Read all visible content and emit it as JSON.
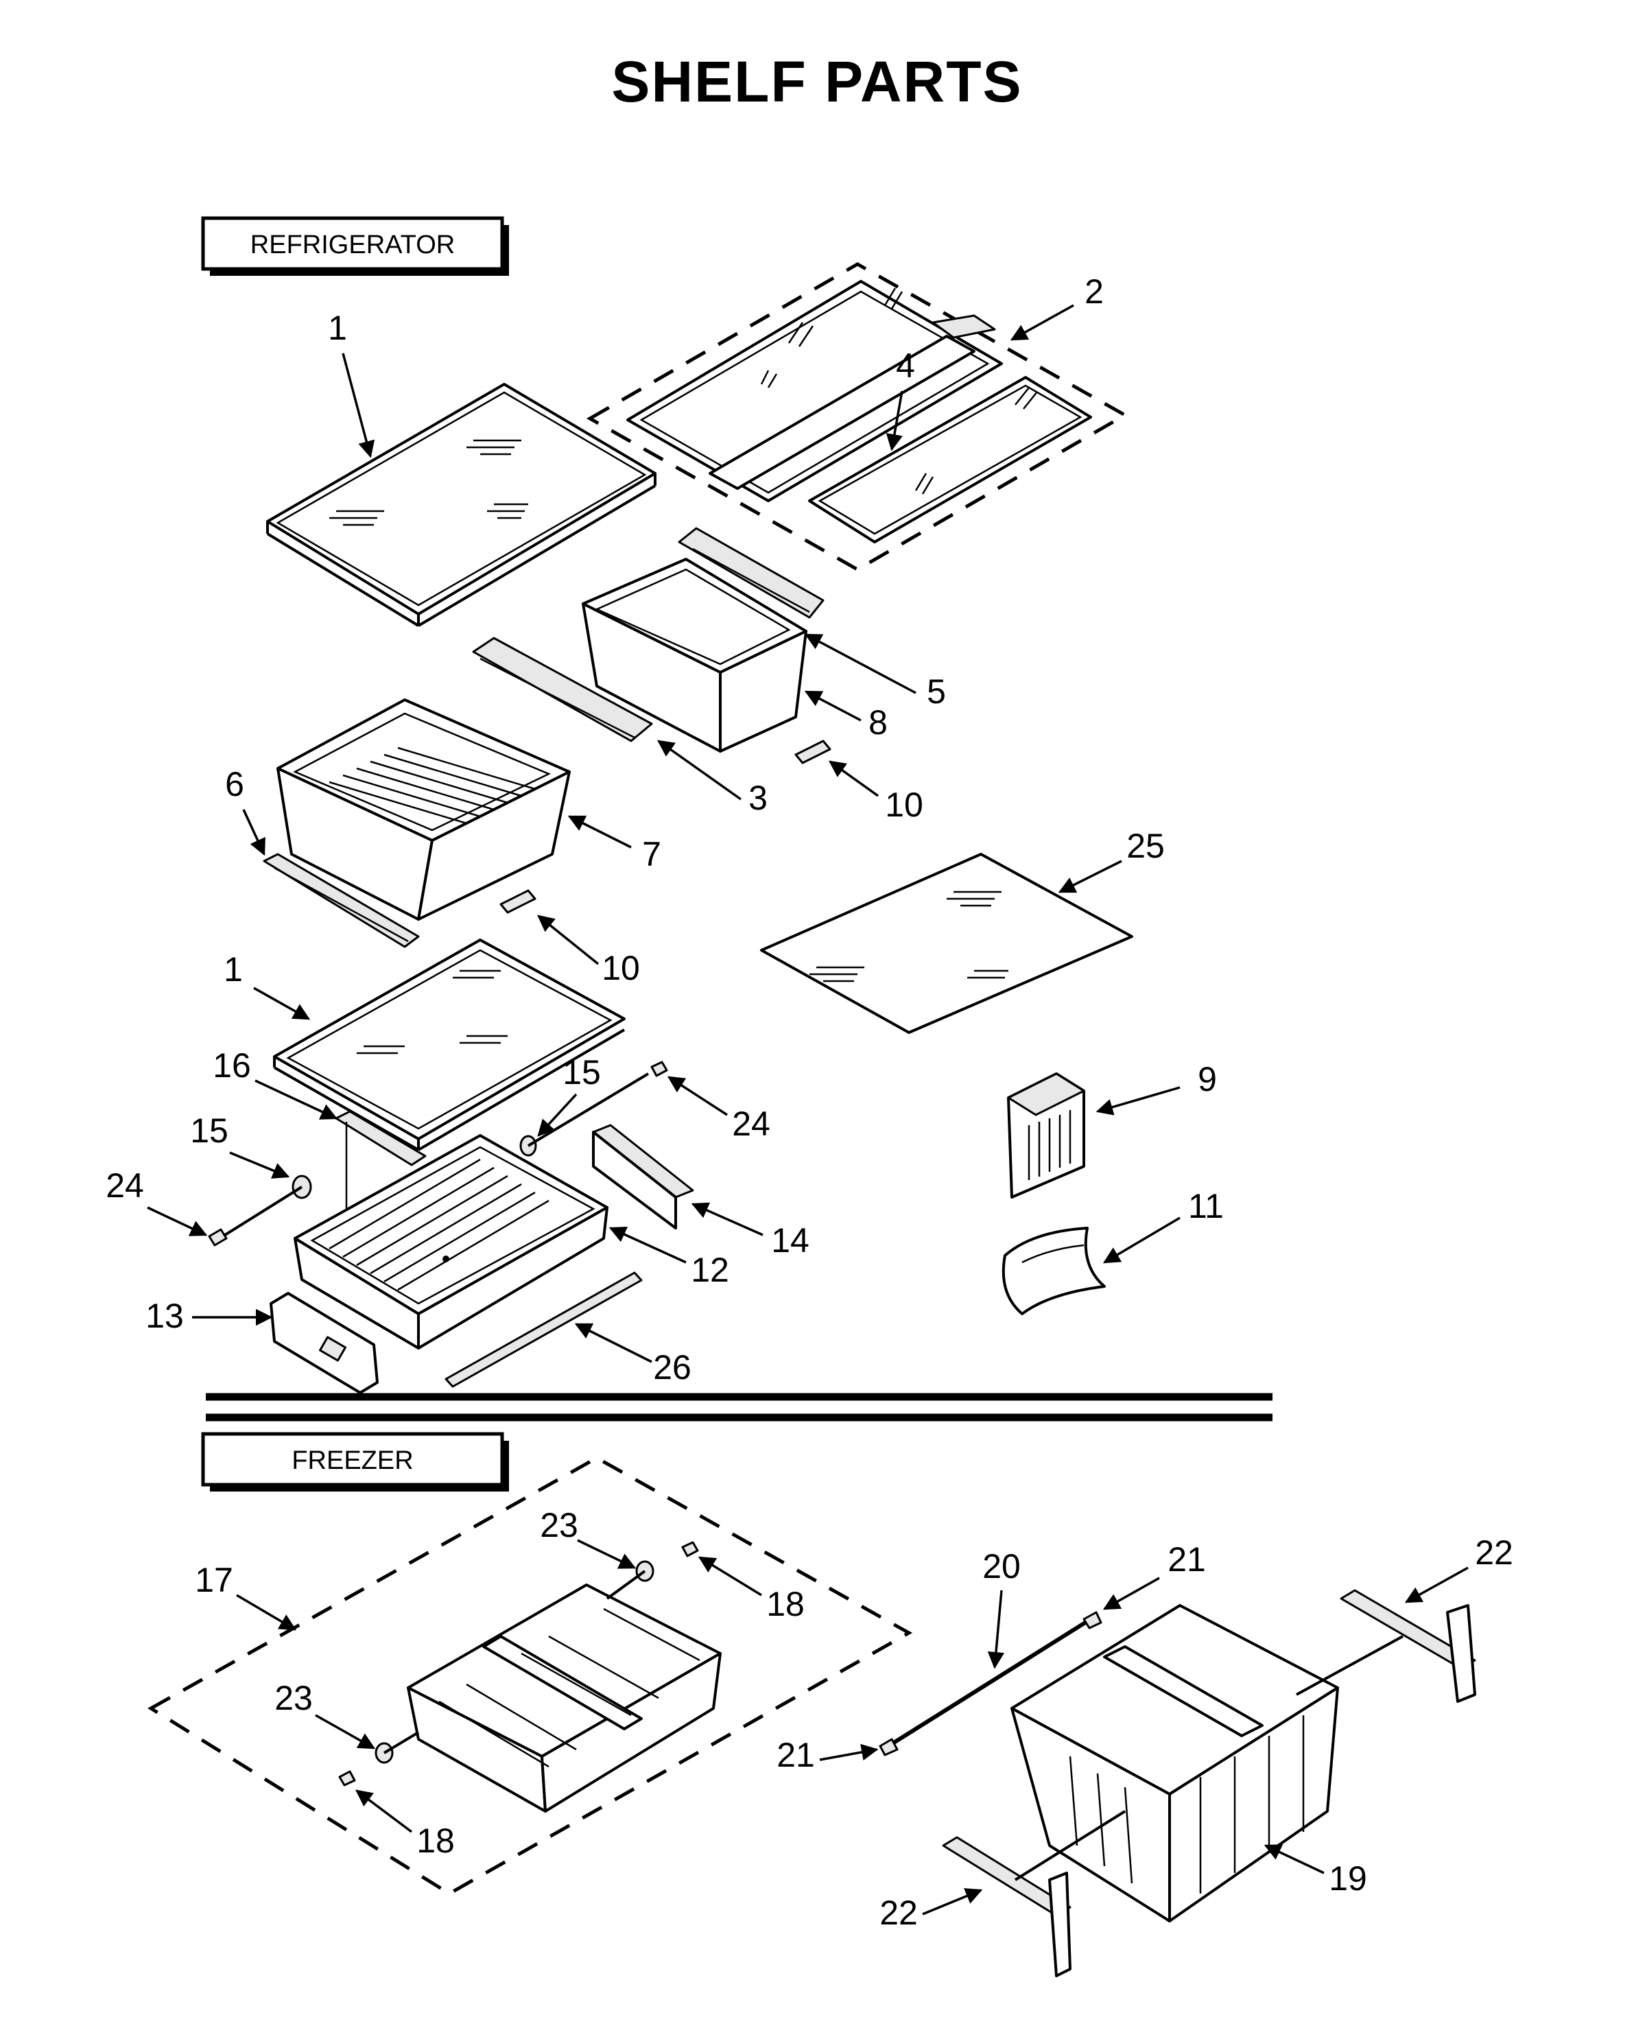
{
  "title": "SHELF PARTS",
  "sections": {
    "refrigerator": "REFRIGERATOR",
    "freezer": "FREEZER"
  },
  "callouts": {
    "c1a": "1",
    "c2": "2",
    "c4": "4",
    "c5": "5",
    "c8": "8",
    "c3": "3",
    "c10a": "10",
    "c6": "6",
    "c7": "7",
    "c10b": "10",
    "c25": "25",
    "c1b": "1",
    "c16": "16",
    "c15a": "15",
    "c15b": "15",
    "c24a": "24",
    "c24b": "24",
    "c9": "9",
    "c14": "14",
    "c12": "12",
    "c11": "11",
    "c13": "13",
    "c26": "26",
    "c23a": "23",
    "c17": "17",
    "c18a": "18",
    "c23b": "23",
    "c18b": "18",
    "c20": "20",
    "c21a": "21",
    "c21b": "21",
    "c22a": "22",
    "c22b": "22",
    "c19": "19"
  }
}
